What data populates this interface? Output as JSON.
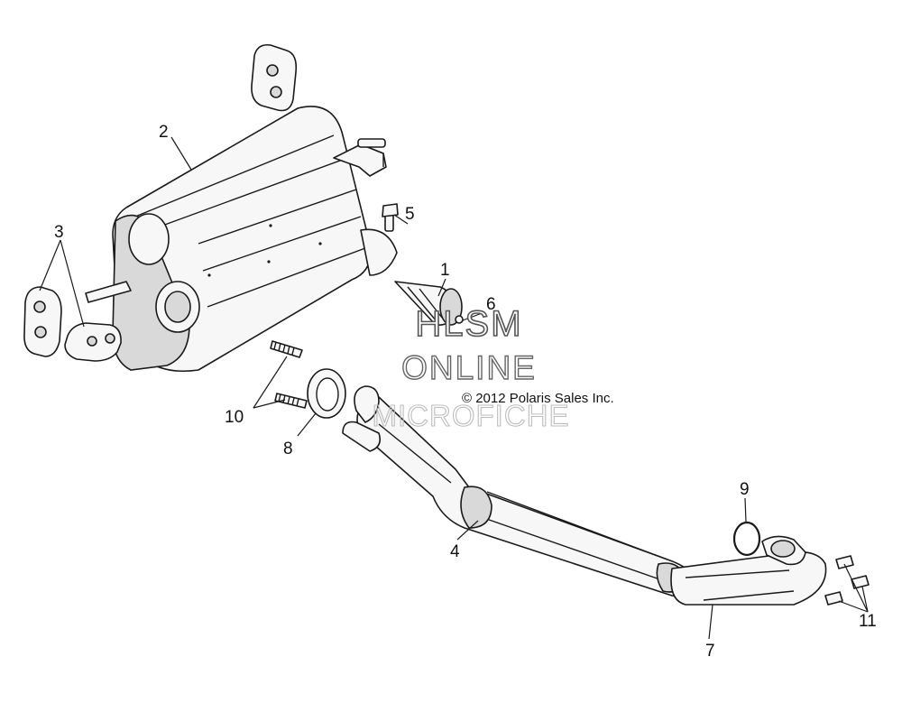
{
  "callouts": {
    "c1": "1",
    "c2": "2",
    "c3": "3",
    "c4": "4",
    "c5": "5",
    "c6": "6",
    "c7": "7",
    "c8": "8",
    "c9": "9",
    "c10": "10",
    "c11": "11"
  },
  "copyright": "© 2012 Polaris Sales Inc.",
  "watermark": {
    "line1": "HLSM",
    "line2": "ONLINE",
    "line3": "MICROFICHE"
  }
}
